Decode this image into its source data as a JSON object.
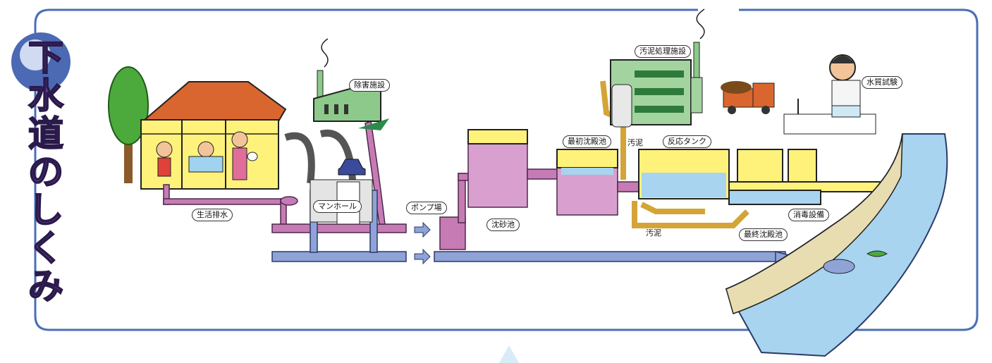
{
  "title": [
    "下",
    "水",
    "道",
    "の",
    "し",
    "く",
    "み"
  ],
  "labels": {
    "seikatsu_haisui": "生活排水",
    "manhole": "マンホール",
    "jogai_shisetsu": "除害施設",
    "pump_jo": "ポンプ場",
    "chinsachi": "沈砂池",
    "saisho_chindenchi": "最初沈殿池",
    "odei_top": "汚泥",
    "odei_shori": "汚泥処理施設",
    "hanno_tank": "反応タンク",
    "suishitsu_shiken": "水質試験",
    "shodoku_setsubi": "消毒設備",
    "saishu_chindenchi": "最終沈殿池",
    "odei_bottom": "汚泥"
  },
  "colors": {
    "frame": "#4a6fb5",
    "sewage_pipe": "#c77bb5",
    "rain_pipe": "#8fa3d6",
    "sludge_pipe": "#d4a437",
    "water": "#a8d4ef",
    "building_yellow": "#fff27a",
    "roof": "#d9662f",
    "factory_green": "#8cc98a",
    "title_purple": "#6a3f9c"
  }
}
